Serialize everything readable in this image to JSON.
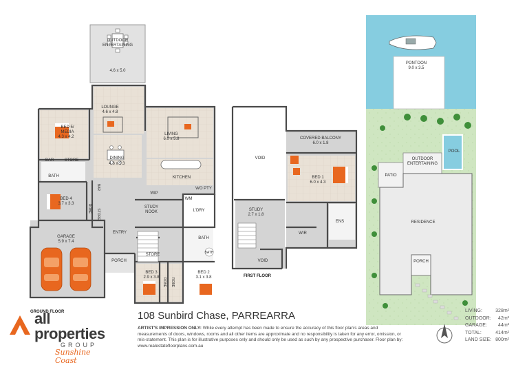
{
  "ground_floor": {
    "title": "GROUND FLOOR",
    "rooms": {
      "outdoor_entertaining": {
        "name": "OUTDOOR\nENTERTAINING",
        "size": "4.6 x 5.0"
      },
      "lounge": {
        "name": "LOUNGE",
        "size": "4.6 x 4.8"
      },
      "bed5_media": {
        "name": "BED 5/\nMEDIA",
        "size": "4.3 x 4.2"
      },
      "living": {
        "name": "LIVING",
        "size": "6.0 x 5.8"
      },
      "dining": {
        "name": "DINING",
        "size": "4.6 x 5.3"
      },
      "bar": {
        "name": "BAR"
      },
      "store1": {
        "name": "STORE"
      },
      "bath1": {
        "name": "BATH"
      },
      "kitchen": {
        "name": "KITCHEN"
      },
      "wo_pty": {
        "name": "WO PTY"
      },
      "bed4": {
        "name": "BED 4",
        "size": "3.7 x 3.3"
      },
      "bar_vertical": {
        "name": "BAR"
      },
      "robe1": {
        "name": "ROBE"
      },
      "store2": {
        "name": "STORE"
      },
      "wip": {
        "name": "WIP"
      },
      "wm": {
        "name": "WM"
      },
      "study_nook": {
        "name": "STUDY\nNOOK"
      },
      "ldry": {
        "name": "L'DRY"
      },
      "garage": {
        "name": "GARAGE",
        "size": "5.9 x 7.4"
      },
      "entry": {
        "name": "ENTRY"
      },
      "store3": {
        "name": "STORE"
      },
      "bath2": {
        "name": "BATH"
      },
      "bath_inner": {
        "name": "BATH"
      },
      "porch": {
        "name": "PORCH"
      },
      "bed3": {
        "name": "BED 3",
        "size": "2.9 x 3.8"
      },
      "bed2": {
        "name": "BED 2",
        "size": "3.1 x 3.8"
      },
      "robe2": {
        "name": "ROBE"
      },
      "robe3": {
        "name": "ROBE"
      }
    }
  },
  "first_floor": {
    "title": "FIRST FLOOR",
    "rooms": {
      "void1": {
        "name": "VOID"
      },
      "covered_balcony": {
        "name": "COVERED BALCONY",
        "size": "6.0 x 1.8"
      },
      "bed1": {
        "name": "BED 1",
        "size": "6.0 x 4.3"
      },
      "study": {
        "name": "STUDY",
        "size": "2.7 x 1.8"
      },
      "ens": {
        "name": "ENS"
      },
      "wir": {
        "name": "WIR"
      },
      "void2": {
        "name": "VOID"
      }
    }
  },
  "site_plan": {
    "pontoon": {
      "name": "PONTOON",
      "size": "9.0 x 3.5"
    },
    "pool": {
      "name": "POOL"
    },
    "outdoor_entertaining": {
      "name": "OUTDOOR\nENTERTAINING"
    },
    "patio": {
      "name": "PATIO"
    },
    "residence": {
      "name": "RESIDENCE"
    },
    "porch": {
      "name": "PORCH"
    }
  },
  "footer": {
    "logo_main": "all properties",
    "logo_group": "GROUP",
    "logo_script": "Sunshine Coast",
    "address": "108 Sunbird Chase, PARREARRA",
    "disclaimer_lead": "ARTIST'S IMPRESSION ONLY:",
    "disclaimer_body": "While every attempt has been made to ensure the accuracy of this floor plan's areas and measurements of doors, windows, rooms and all other items are approximate and no responsibility is taken for any error, omission, or mis-statement. This plan is for illustrative purposes only and should only be used as such by any prospective purchaser. Floor plan by: www.realestatefloorplans.com.au",
    "areas": [
      {
        "label": "LIVING:",
        "value": "328m²"
      },
      {
        "label": "OUTDOOR:",
        "value": "42m²"
      },
      {
        "label": "GARAGE:",
        "value": "44m²"
      },
      {
        "label": "TOTAL:",
        "value": "414m²"
      },
      {
        "label": "LAND SIZE:",
        "value": "800m²"
      }
    ]
  },
  "colors": {
    "wall": "#4a4a4a",
    "floor_gray": "#d4d4d4",
    "floor_beige": "#e9e1d6",
    "water": "#86cde0",
    "lawn": "#cfe6c1",
    "accent": "#e8671f"
  }
}
